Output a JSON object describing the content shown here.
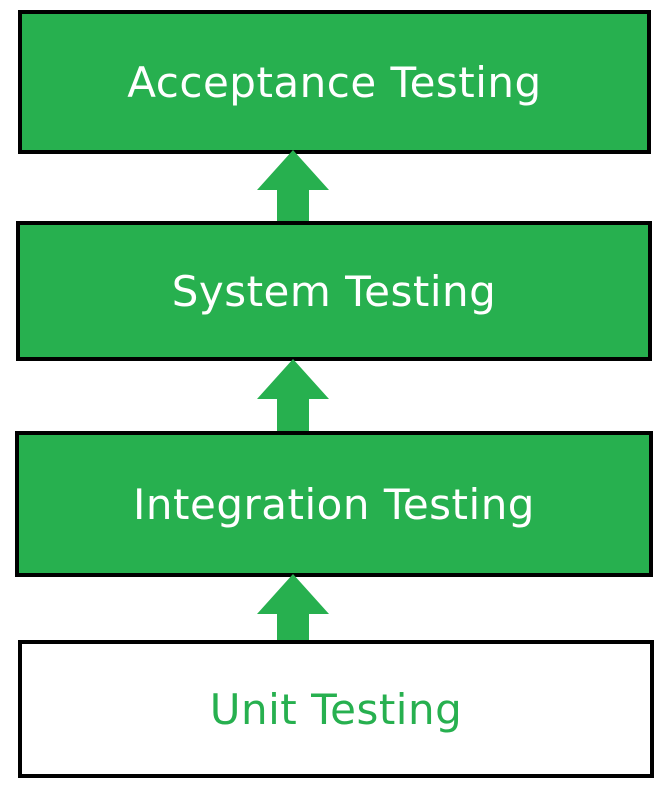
{
  "colors": {
    "green": "#27b04f",
    "white": "#ffffff",
    "border": "#000000"
  },
  "levels": [
    {
      "label": "Acceptance Testing",
      "style": "filled"
    },
    {
      "label": "System Testing",
      "style": "filled"
    },
    {
      "label": "Integration Testing",
      "style": "filled"
    },
    {
      "label": "Unit Testing",
      "style": "outline"
    }
  ],
  "arrows": [
    {
      "from": "System Testing",
      "to": "Acceptance Testing",
      "icon": "arrow-up-icon"
    },
    {
      "from": "Integration Testing",
      "to": "System Testing",
      "icon": "arrow-up-icon"
    },
    {
      "from": "Unit Testing",
      "to": "Integration Testing",
      "icon": "arrow-up-icon"
    }
  ]
}
